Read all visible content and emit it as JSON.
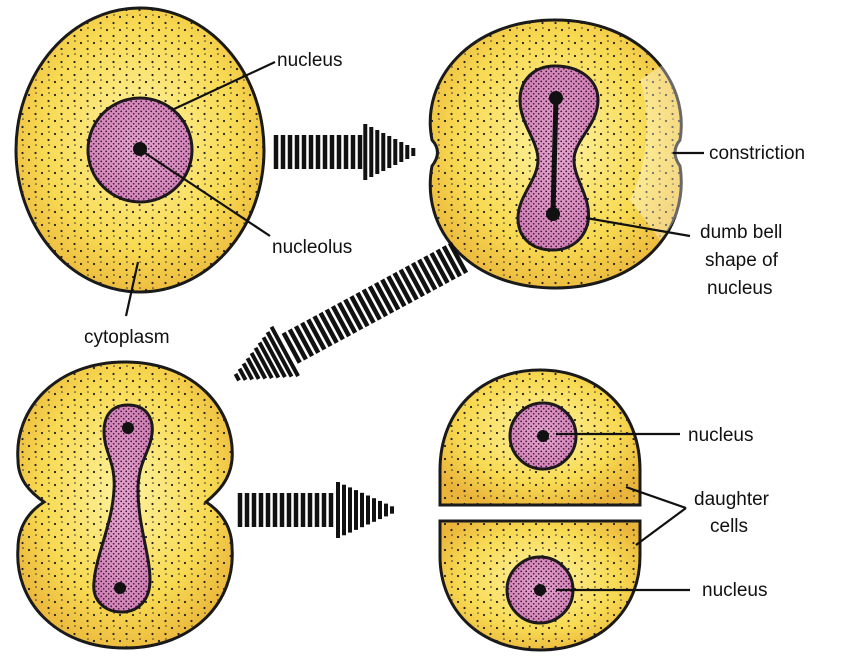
{
  "labels": {
    "nucleus_top": "nucleus",
    "nucleolus": "nucleolus",
    "cytoplasm": "cytoplasm",
    "constriction": "constriction",
    "dumbbell_line1": "dumb bell",
    "dumbbell_line2": "shape of",
    "dumbbell_line3": "nucleus",
    "nucleus_daughter_top": "nucleus",
    "daughter_line1": "daughter",
    "daughter_line2": "cells",
    "nucleus_daughter_bottom": "nucleus"
  },
  "colors": {
    "cytoplasm_light": "#fdf2a0",
    "cytoplasm_mid": "#f8da52",
    "cytoplasm_dark": "#eab43a",
    "nucleus_fill": "#e6a6cf",
    "nucleus_dark": "#d07fb5",
    "outline": "#1a1a1a",
    "arrow": "#111111"
  }
}
